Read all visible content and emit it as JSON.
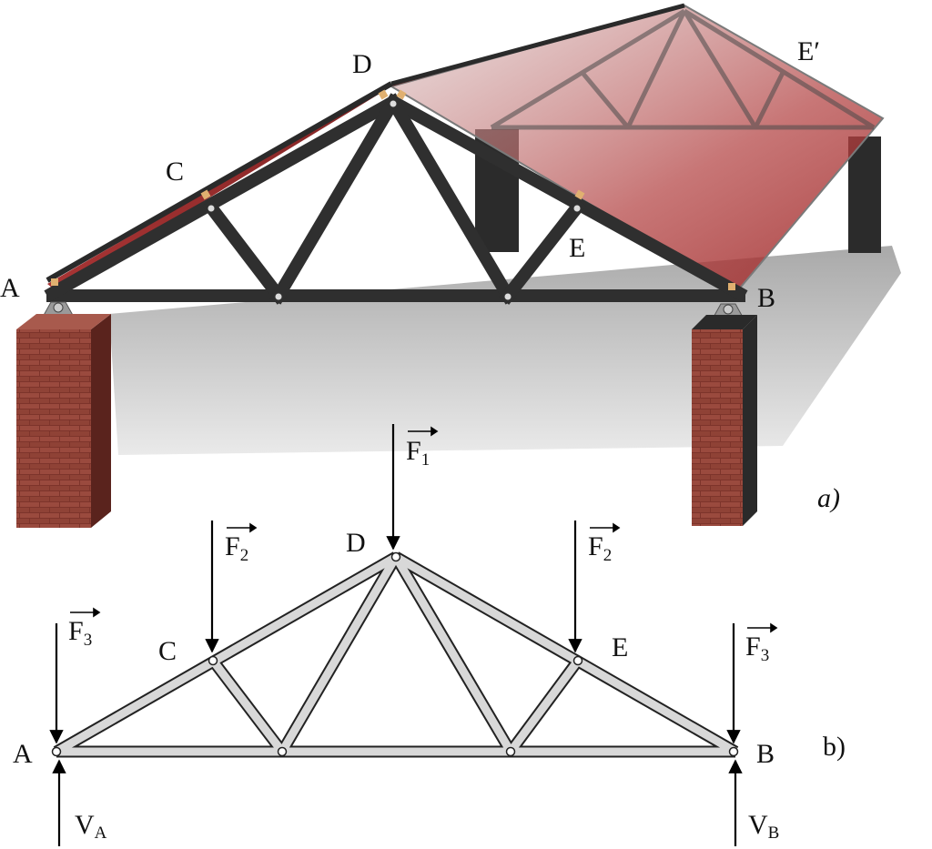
{
  "figure_a": {
    "caption": "a)",
    "node_labels": {
      "A": "A",
      "B": "B",
      "C": "C",
      "D": "D",
      "E": "E",
      "E_prime": "E′"
    }
  },
  "figure_b": {
    "caption": "b)",
    "node_labels": {
      "A": "A",
      "B": "B",
      "C": "C",
      "D": "D",
      "E": "E"
    },
    "forces": {
      "F1": {
        "symbol": "F",
        "subscript": "1"
      },
      "F2_left": {
        "symbol": "F",
        "subscript": "2"
      },
      "F2_right": {
        "symbol": "F",
        "subscript": "2"
      },
      "F3_left": {
        "symbol": "F",
        "subscript": "3"
      },
      "F3_right": {
        "symbol": "F",
        "subscript": "3"
      }
    },
    "reactions": {
      "VA": {
        "symbol": "V",
        "subscript": "A"
      },
      "VB": {
        "symbol": "V",
        "subscript": "B"
      }
    }
  },
  "colors": {
    "roof_red": "#8e1d1d",
    "steel_dark": "#2f2f2f",
    "brick": "#8a3a30",
    "shadow": "#c8c8c8",
    "truss_b_fill": "#d8d8d8"
  }
}
